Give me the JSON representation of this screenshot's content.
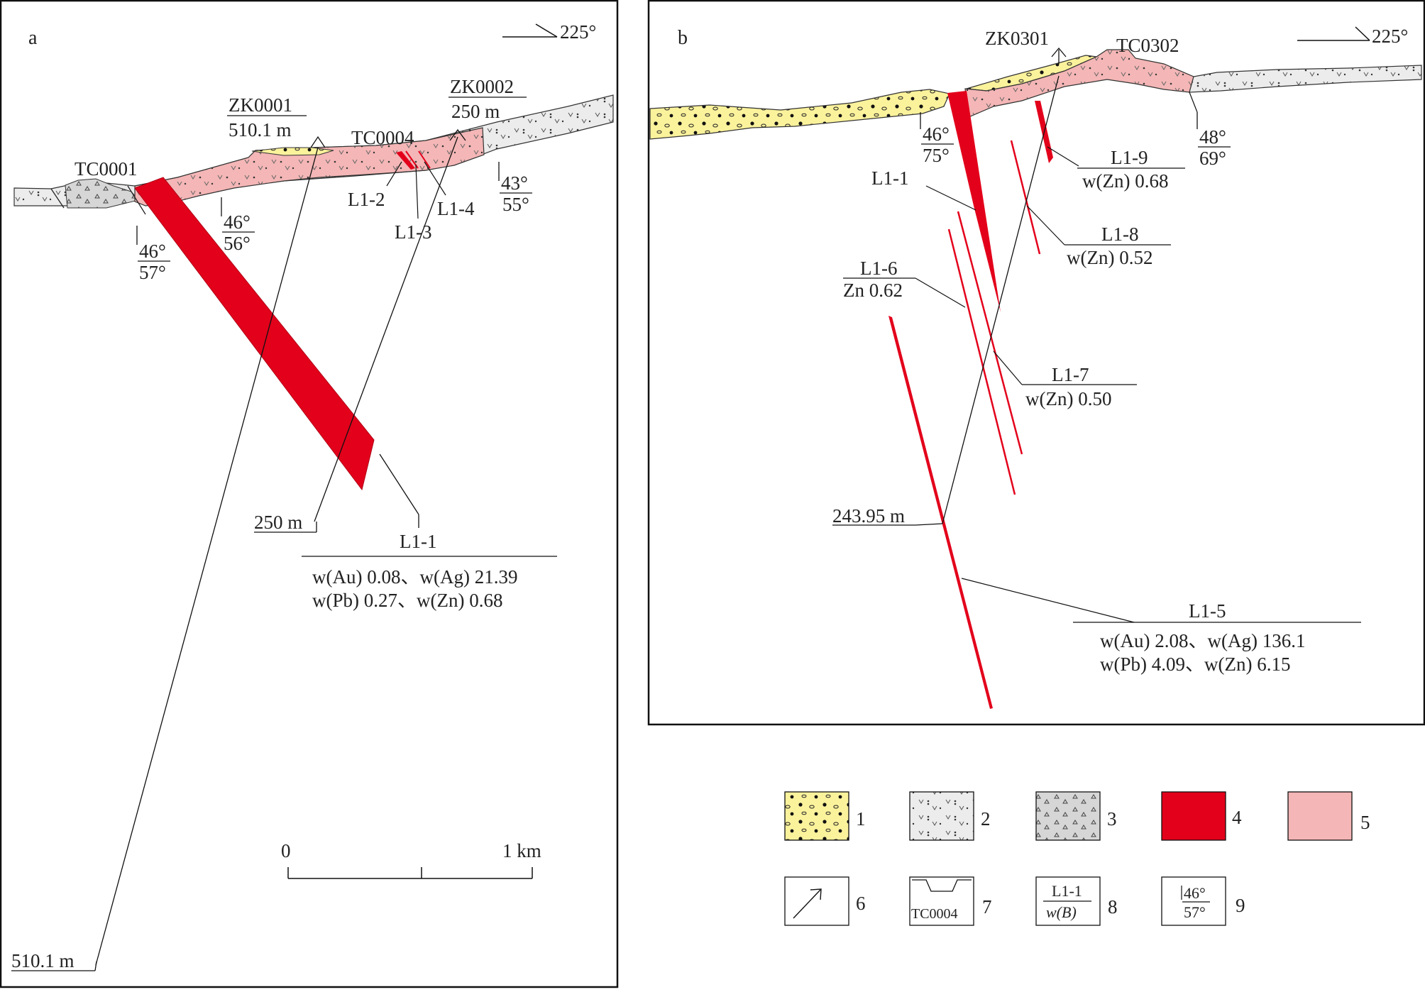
{
  "panel_a": {
    "label": "a",
    "azimuth": "225°",
    "trenches": [
      "TC0001",
      "TC0004"
    ],
    "drillholes": [
      {
        "name": "ZK0001",
        "depth": "510.1 m",
        "bottom_label": "510.1 m"
      },
      {
        "name": "ZK0002",
        "depth": "250 m",
        "bottom_label": "250 m"
      }
    ],
    "orebody_labels": [
      "L1-2",
      "L1-3",
      "L1-4"
    ],
    "attitudes": [
      {
        "dip_dir": "46°",
        "dip": "57°"
      },
      {
        "dip_dir": "46°",
        "dip": "56°"
      },
      {
        "dip_dir": "43°",
        "dip": "55°"
      }
    ],
    "main_orebody": {
      "name": "L1-1",
      "grade_line1": "w(Au) 0.08、w(Ag) 21.39",
      "grade_line2": "w(Pb) 0.27、w(Zn) 0.68"
    },
    "scale": {
      "zero": "0",
      "end": "1 km"
    }
  },
  "panel_b": {
    "label": "b",
    "azimuth": "225°",
    "drillhole": "ZK0301",
    "trench": "TC0302",
    "drill_depth": "243.95 m",
    "attitudes": [
      {
        "dip_dir": "46°",
        "dip": "75°"
      },
      {
        "dip_dir": "48°",
        "dip": "69°"
      }
    ],
    "l1_1": "L1-1",
    "orebodies": [
      {
        "name": "L1-9",
        "grade": "w(Zn) 0.68"
      },
      {
        "name": "L1-8",
        "grade": "w(Zn) 0.52"
      },
      {
        "name": "L1-6",
        "grade": "Zn 0.62"
      },
      {
        "name": "L1-7",
        "grade": "w(Zn) 0.50"
      }
    ],
    "l1_5": {
      "name": "L1-5",
      "grade_line1": "w(Au) 2.08、w(Ag) 136.1",
      "grade_line2": "w(Pb) 4.09、w(Zn) 6.15"
    }
  },
  "legend": {
    "numbers": [
      "1",
      "2",
      "3",
      "4",
      "5",
      "6",
      "7",
      "8",
      "9"
    ],
    "trench_sample": "TC0004",
    "label_sample_top": "L1-1",
    "label_sample_bottom": "w(B)",
    "attitude_sample_top": "46°",
    "attitude_sample_bottom": "57°"
  },
  "colors": {
    "orebody_red": "#e3001b",
    "alteration_pink": "#f4b6b6",
    "sand_yellow": "#fbf29c",
    "volcanic_gray": "#ececec",
    "breccia_gray": "#d6d6d6"
  }
}
